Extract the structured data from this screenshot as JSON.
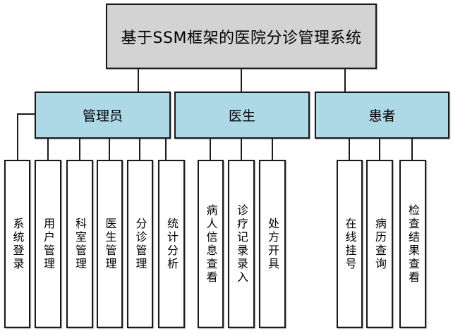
{
  "diagram": {
    "title": "基于SSM框架的医院分诊管理系统",
    "roles": [
      {
        "label": "管理员",
        "children": [
          "系统登录",
          "用户管理",
          "科室管理",
          "医生管理",
          "分诊管理",
          "统计分析"
        ]
      },
      {
        "label": "医生",
        "children": [
          "病人信息查看",
          "诊疗记录录入",
          "处方开具"
        ]
      },
      {
        "label": "患者",
        "children": [
          "在线挂号",
          "病历查询",
          "检查结果查看"
        ]
      }
    ],
    "colors": {
      "title_bg": "#d3d3d3",
      "role_bg": "#add8e6",
      "leaf_bg": "#ffffff",
      "border": "#1a1a1a",
      "line": "#1a1a1a",
      "background": "#ffffff"
    }
  }
}
